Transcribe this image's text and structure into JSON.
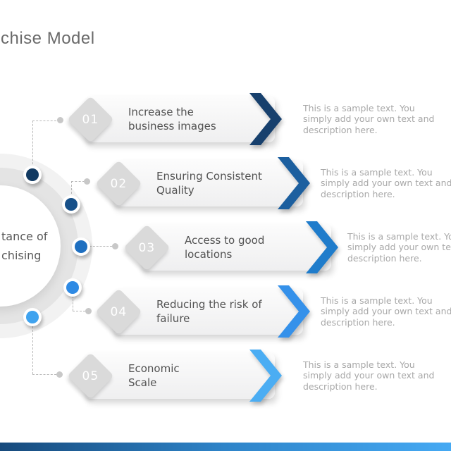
{
  "title": "chise Model",
  "circle": {
    "label_lines": [
      "tance  of",
      "chising"
    ]
  },
  "items": [
    {
      "number": "01",
      "label_lines": [
        "Increase the",
        "business images"
      ],
      "arrow_color": "#17406d",
      "dot_color": "#123a62",
      "description_lines": [
        "This is a sample text. You",
        "simply add your own text and",
        "description here."
      ]
    },
    {
      "number": "02",
      "label_lines": [
        "Ensuring Consistent",
        "Quality"
      ],
      "arrow_color": "#1c5f9f",
      "dot_color": "#175089",
      "description_lines": [
        "This is a sample text. You",
        "simply add your own text and",
        "description here."
      ]
    },
    {
      "number": "03",
      "label_lines": [
        "Access to good",
        "locations"
      ],
      "arrow_color": "#1f7ccb",
      "dot_color": "#1e6fc0",
      "description_lines": [
        "This is a sample text. You",
        "simply add your own text and",
        "description here."
      ]
    },
    {
      "number": "04",
      "label_lines": [
        "Reducing the risk of",
        "failure"
      ],
      "arrow_color": "#3591ea",
      "dot_color": "#2e8ae4",
      "description_lines": [
        "This is a sample text. You",
        "simply add your own text and",
        "description here."
      ]
    },
    {
      "number": "05",
      "label_lines": [
        "Economic",
        "Scale"
      ],
      "arrow_color": "#4badf3",
      "dot_color": "#3fa3ef",
      "description_lines": [
        "This is a sample text. You",
        "simply add your own text and",
        "description here."
      ]
    }
  ],
  "footer_bar": {
    "gradient_start": "#174a7c",
    "gradient_mid": "#2e84c9",
    "gradient_end": "#45a9f3"
  }
}
